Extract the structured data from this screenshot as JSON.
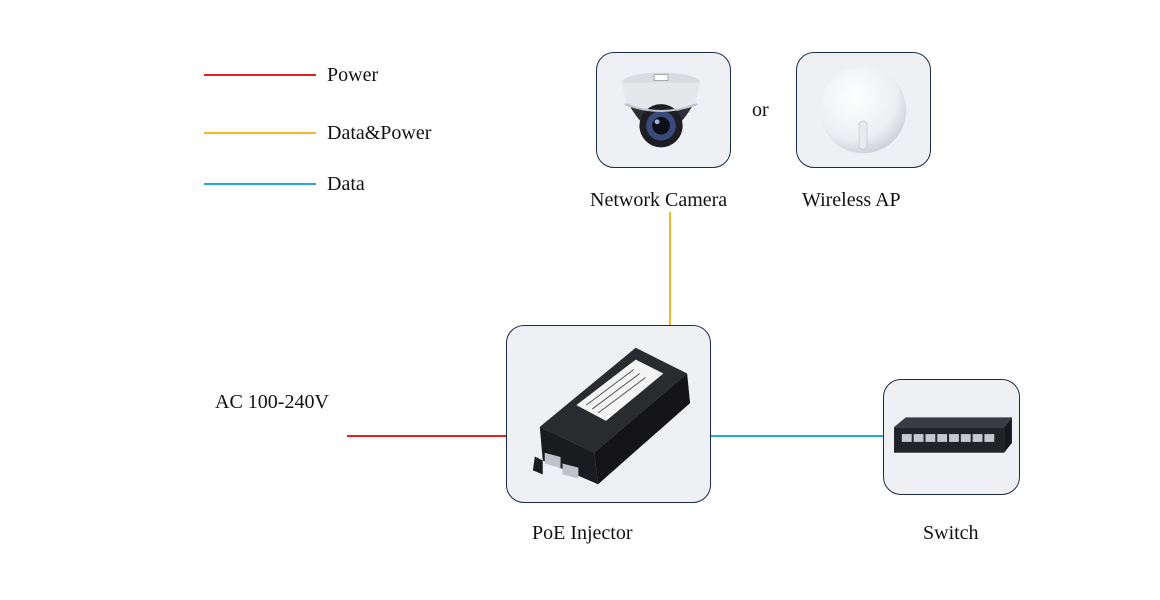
{
  "legend": {
    "items": [
      {
        "label": "Power",
        "color": "#e3221f"
      },
      {
        "label": "Data&Power",
        "color": "#f7b52c"
      },
      {
        "label": "Data",
        "color": "#2aa6de"
      }
    ]
  },
  "devices": {
    "camera": {
      "label": "Network Camera",
      "icon": "dome-camera-icon"
    },
    "separator": "or",
    "ap": {
      "label": "Wireless AP",
      "icon": "wireless-ap-icon"
    },
    "injector": {
      "label": "PoE Injector",
      "icon": "poe-injector-icon"
    },
    "switch": {
      "label": "Switch",
      "icon": "network-switch-icon"
    }
  },
  "input_power": {
    "label": "AC 100-240V"
  }
}
